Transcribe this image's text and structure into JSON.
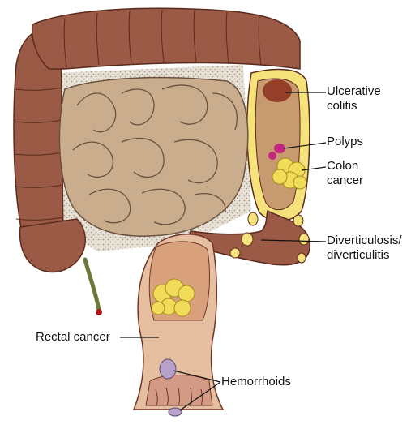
{
  "labels": {
    "ulcerative_colitis": "Ulcerative\ncolitis",
    "polyps": "Polyps",
    "colon_cancer": "Colon\ncancer",
    "diverticulosis": "Diverticulosis/\ndiverticulitis",
    "rectal_cancer": "Rectal cancer",
    "hemorrhoids": "Hemorrhoids"
  },
  "colors": {
    "colon": "#9b5a45",
    "colon_dark": "#6e3626",
    "small_intestine": "#c9ad8c",
    "highlight": "#f6e27a",
    "tumor": "#f1dc5a",
    "rectum": "#e6bfa1",
    "line": "#111111"
  }
}
